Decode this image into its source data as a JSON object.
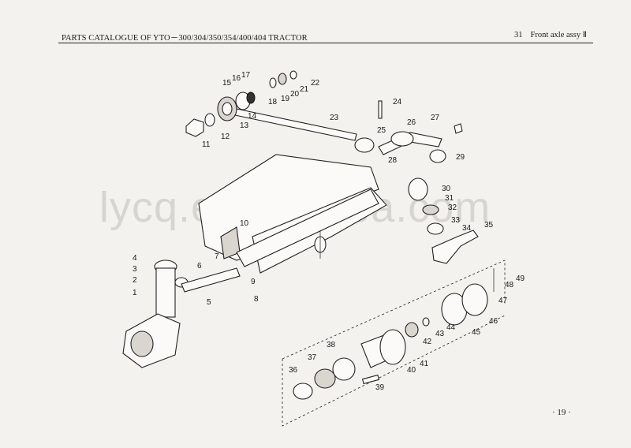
{
  "header": {
    "left_title": "PARTS CATALOGUE OF YTO－300/304/350/354/400/404 TRACTOR",
    "plate_number": "31",
    "plate_title": "Front axle assy Ⅱ"
  },
  "watermark": "lycq.en.alibaba.com",
  "page_number": "· 19 ·",
  "callouts": [
    "1",
    "2",
    "3",
    "4",
    "5",
    "6",
    "7",
    "8",
    "9",
    "10",
    "11",
    "12",
    "13",
    "14",
    "15",
    "16",
    "17",
    "18",
    "19",
    "20",
    "21",
    "22",
    "23",
    "24",
    "25",
    "26",
    "27",
    "28",
    "29",
    "30",
    "31",
    "32",
    "33",
    "34",
    "35",
    "36",
    "37",
    "38",
    "39",
    "40",
    "41",
    "42",
    "43",
    "44",
    "45",
    "46",
    "47",
    "48",
    "49"
  ]
}
